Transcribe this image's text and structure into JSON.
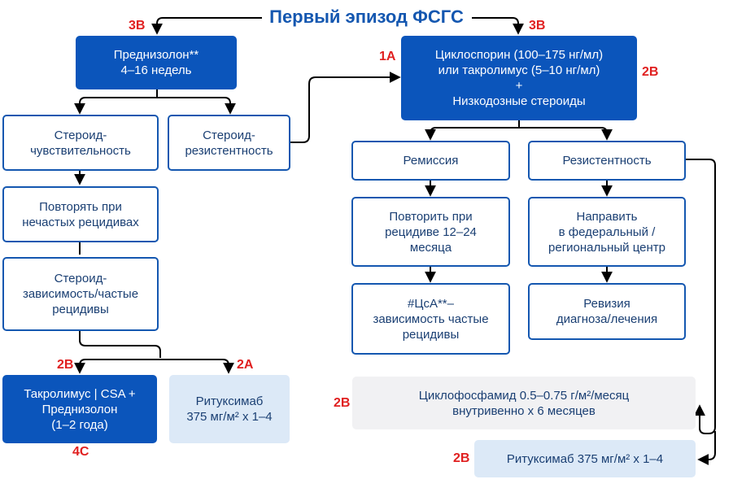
{
  "title": "Первый эпизод ФСГС",
  "boxes": {
    "prednisolone": "Преднизолон**\n4–16 недель",
    "steroid_sensitive": "Стероид-\nчувствительность",
    "steroid_resistant": "Стероид-\nрезистентность",
    "repeat_infrequent": "Повторять при\nнечастых рецидивах",
    "steroid_dependent": "Стероид-\nзависимость/частые\nрецидивы",
    "tacrolimus_csa": "Такролимус | CSA +\nПреднизолон\n(1–2 года)",
    "rituximab_left": "Ритуксимаб\n375 мг/м² х 1–4",
    "cyclosporine": "Циклоспорин (100–175 нг/мл)\nили такролимус (5–10 нг/мл)\n+\nНизкодозные стероиды",
    "remission": "Ремиссия",
    "resistance": "Резистентность",
    "repeat_relapse": "Повторить при\nрецидиве 12–24\nмесяца",
    "refer_center": "Направить\nв федеральный /\nрегиональный центр",
    "csa_dependent": "#ЦсА**–\nзависимость частые\nрецидивы",
    "revision": "Ревизия\nдиагноза/лечения",
    "cyclophosphamide": "Циклофосфамид 0.5–0.75 г/м²/месяц\nвнутривенно х 6 месяцев",
    "rituximab_right": "Ритуксимаб 375 мг/м² х 1–4"
  },
  "evidence": {
    "top_left": "3В",
    "top_right": "3В",
    "cyclosporine_left": "1А",
    "cyclosporine_right": "2В",
    "tacrolimus_top": "2В",
    "tacrolimus_bottom": "4С",
    "rituximab_left": "2А",
    "cyclophosphamide": "2В",
    "rituximab_right": "2В"
  },
  "colors": {
    "primary": "#0b55bb",
    "outline": "#1457b0",
    "text": "#1a3f73",
    "evidence": "#e02020",
    "light_fill": "#dce9f7",
    "gray_fill": "#f1f1f3"
  }
}
